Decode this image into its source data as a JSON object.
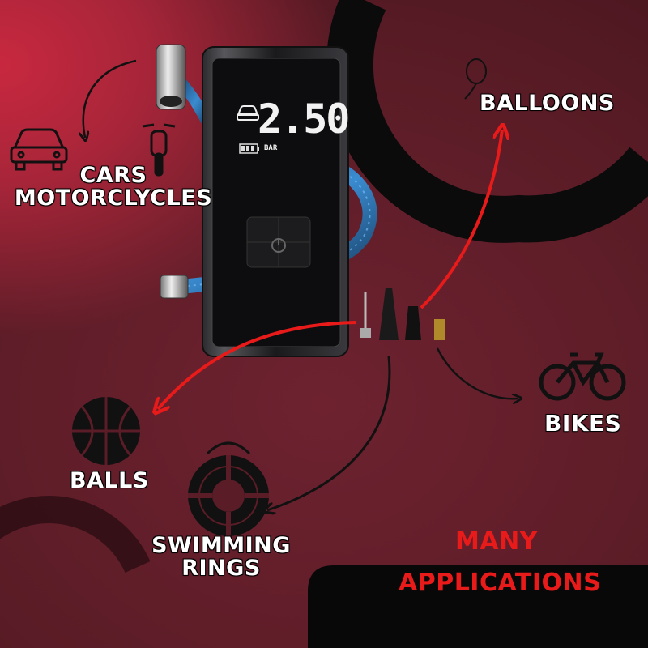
{
  "labels": {
    "cars_line1": "CARS",
    "cars_line2": "MOTORCLYCLES",
    "balloons": "BALLOONS",
    "bikes": "BIKES",
    "balls": "BALLS",
    "swimming_line1": "SWIMMING",
    "swimming_line2": "RINGS",
    "many": "MANY",
    "applications": "APPLICATIONS"
  },
  "device": {
    "pressure_value": "2.50",
    "unit": "BAR"
  },
  "colors": {
    "accent_red": "#e81a1a",
    "background": "#5a1c26",
    "highlight": "#c8283f"
  },
  "icons": [
    "car-icon",
    "motorcycle-icon",
    "balloon-icon",
    "bicycle-icon",
    "basketball-icon",
    "swim-ring-icon",
    "battery-icon",
    "power-icon"
  ]
}
